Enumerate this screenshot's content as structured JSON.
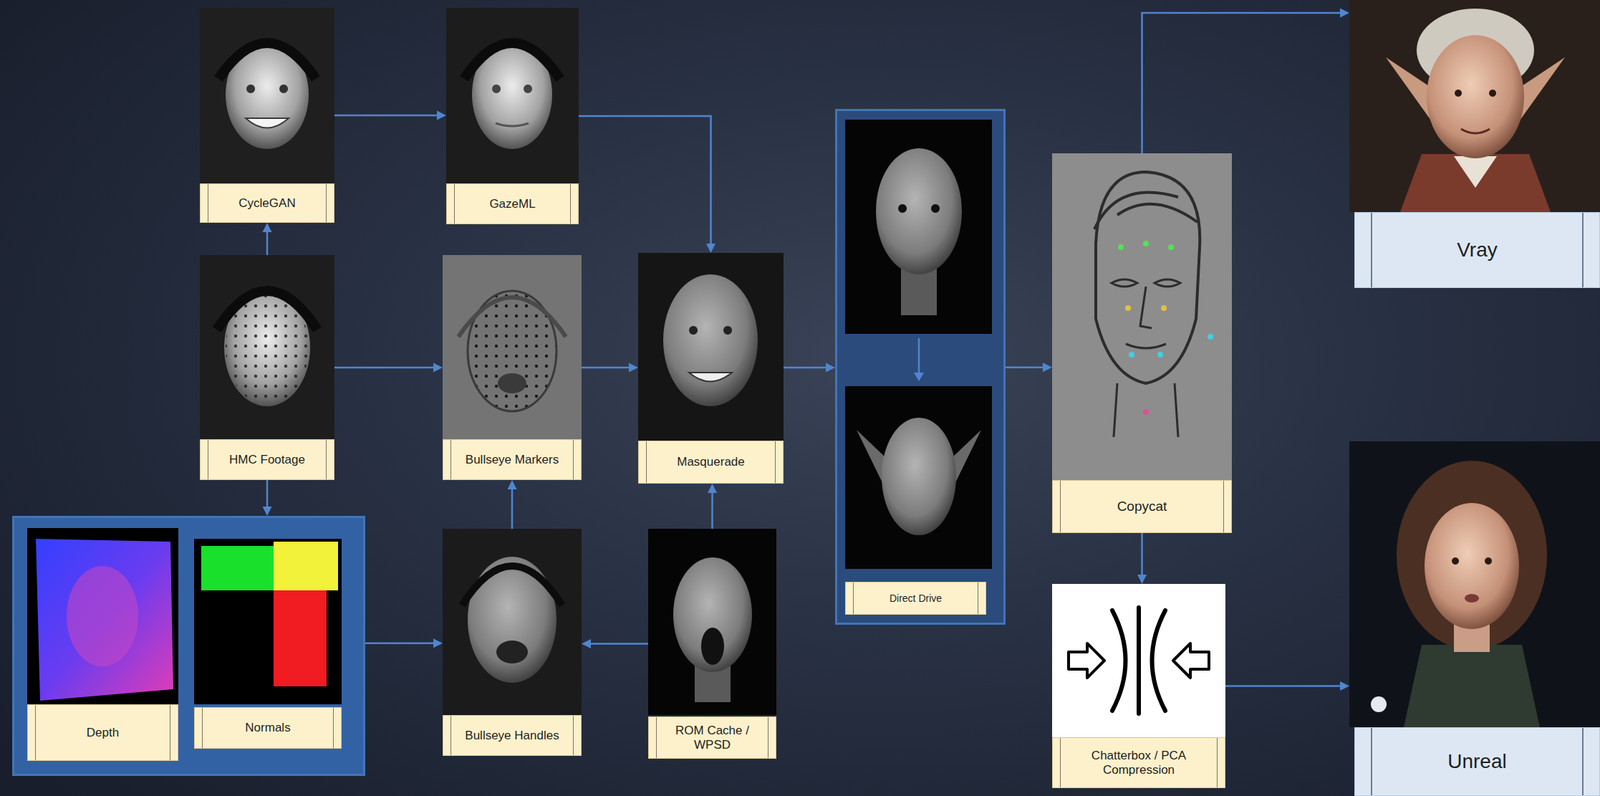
{
  "diagram": {
    "nodes": [
      {
        "text": [
          "CycleGAN"
        ]
      },
      {
        "text": [
          "GazeML"
        ]
      },
      {
        "text": [
          "HMC Footage"
        ]
      },
      {
        "text": [
          "Bullseye Markers"
        ]
      },
      {
        "text": [
          "Masquerade"
        ]
      },
      {
        "text": [
          "Direct Drive"
        ]
      },
      {
        "text": [
          "Copycat"
        ]
      },
      {
        "text": [
          "Vray"
        ]
      },
      {
        "text": []
      },
      {
        "text": [
          "Depth"
        ],
        "in": 8
      },
      {
        "text": [
          "Normals"
        ],
        "in": 8
      },
      {
        "text": [
          "Bullseye Handles"
        ]
      },
      {
        "text": [
          "ROM Cache / WPSD"
        ]
      },
      {
        "text": [
          "Chatterbox / PCA Compression"
        ]
      },
      {
        "text": [
          "Unreal"
        ]
      }
    ],
    "edges": [
      {
        "from": 2,
        "to": 0,
        "arrow": "to"
      },
      {
        "from": 0,
        "to": 1,
        "arrow": "to"
      },
      {
        "from": 1,
        "to": 4,
        "arrow": "to"
      },
      {
        "from": 2,
        "to": 3,
        "arrow": "to"
      },
      {
        "from": 3,
        "to": 4,
        "arrow": "to"
      },
      {
        "from": 2,
        "to": 8,
        "arrow": "to"
      },
      {
        "from": 8,
        "to": 11,
        "arrow": "to"
      },
      {
        "from": 11,
        "to": 3,
        "arrow": "to"
      },
      {
        "from": 12,
        "to": 11,
        "arrow": "to"
      },
      {
        "from": 12,
        "to": 4,
        "arrow": "to"
      },
      {
        "from": 4,
        "to": 5,
        "arrow": "to"
      },
      {
        "from": 5,
        "to": 6,
        "arrow": "to"
      },
      {
        "from": 6,
        "to": 7,
        "arrow": "to"
      },
      {
        "from": 6,
        "to": 13,
        "arrow": "to"
      },
      {
        "from": 13,
        "to": 14,
        "arrow": "to"
      }
    ]
  }
}
